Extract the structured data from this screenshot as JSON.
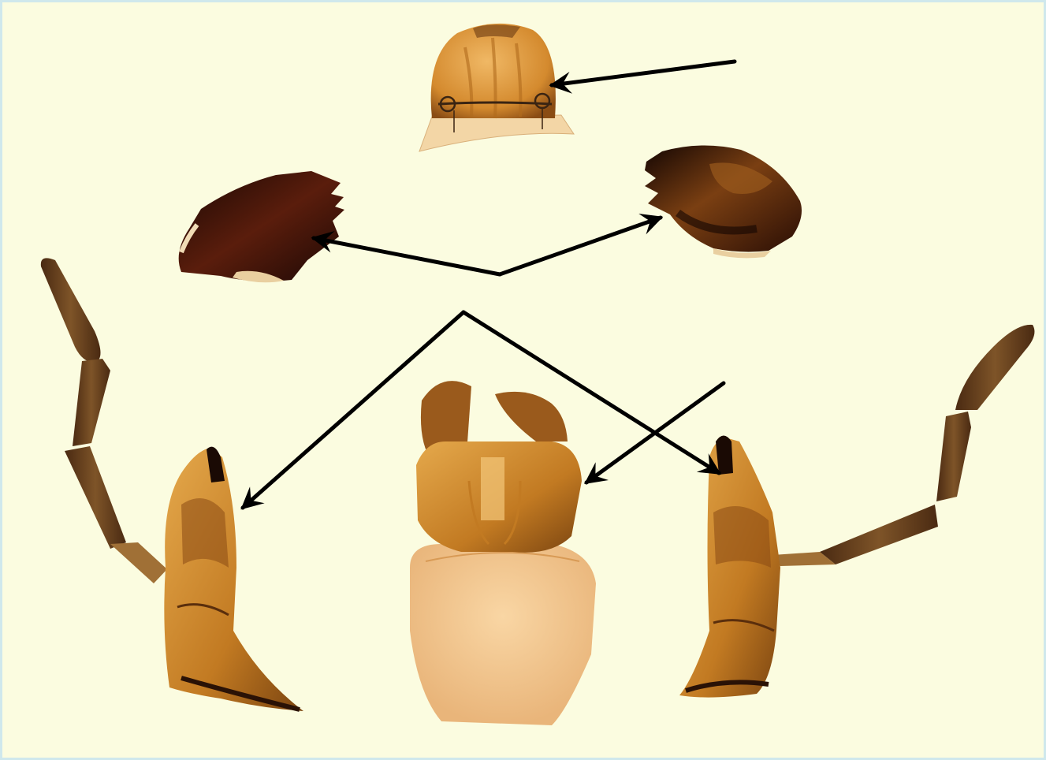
{
  "figure": {
    "description_visible_text": [],
    "colors": {
      "background": "#fbfce0",
      "border": "#cfe8ec",
      "arrow": "#000000",
      "chitin_light": "#e9b45a",
      "chitin_mid": "#c8862a",
      "chitin_dark": "#3a160a"
    },
    "parts": [
      "labrum",
      "mandible-left",
      "mandible-right",
      "maxilla-left",
      "labium",
      "maxilla-right"
    ]
  }
}
